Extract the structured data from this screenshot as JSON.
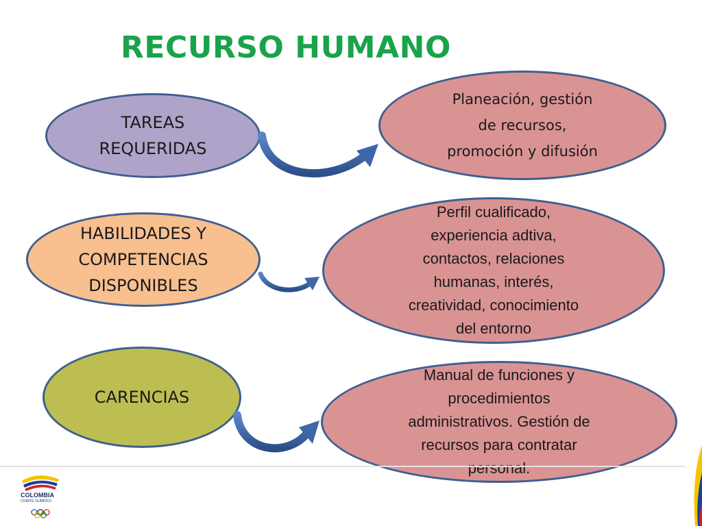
{
  "slide": {
    "title": "RECURSO HUMANO"
  },
  "rows": [
    {
      "left_label": "TAREAS\nREQUERIDAS",
      "right_text": "Planeación, gestión\nde recursos,\npromoción y difusión"
    },
    {
      "left_label": "HABILIDADES Y\nCOMPETENCIAS\nDISPONIBLES",
      "right_text": "Perfil cualificado,\nexperiencia adtiva,\ncontactos, relaciones\nhumanas, interés,\ncreatividad, conocimiento\ndel entorno"
    },
    {
      "left_label": "CARENCIAS",
      "right_text": "Manual de funciones y\nprocedimientos\nadministrativos. Gestión de\nrecursos para contratar\npersonal."
    }
  ],
  "logo": {
    "text": "COLOMBIA",
    "subtext": "COMITÉ OLÍMPICO"
  },
  "colors": {
    "title": "#1aa34a",
    "ellipse_border": "#3f5f8f",
    "left_1": "#b0a3c9",
    "left_2": "#f8bf8f",
    "left_3": "#bdbe52",
    "right_fill": "#da9393",
    "arrow": "#3d67a8"
  }
}
